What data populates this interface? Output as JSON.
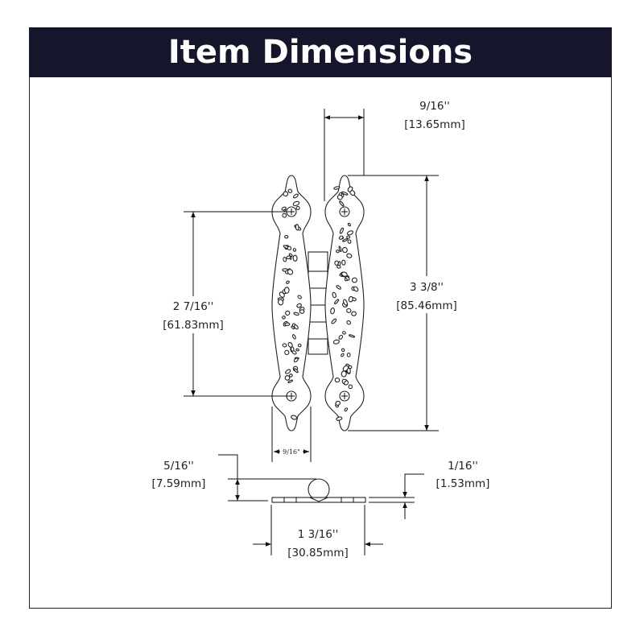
{
  "header": {
    "title": "Item Dimensions"
  },
  "dimensions": {
    "top_width": {
      "inch": "9/16''",
      "mm": "[13.65mm]"
    },
    "overall_height": {
      "inch": "3 3/8''",
      "mm": "[85.46mm]"
    },
    "hole_spacing": {
      "inch": "2 7/16''",
      "mm": "[61.83mm]"
    },
    "leaf_width_small": {
      "inch": "9/16\""
    },
    "knuckle_height": {
      "inch": "5/16''",
      "mm": "[7.59mm]"
    },
    "thickness": {
      "inch": "1/16''",
      "mm": "[1.53mm]"
    },
    "open_width": {
      "inch": "1 3/16''",
      "mm": "[30.85mm]"
    }
  },
  "colors": {
    "header_bg": "#15162c",
    "line": "#111111"
  }
}
